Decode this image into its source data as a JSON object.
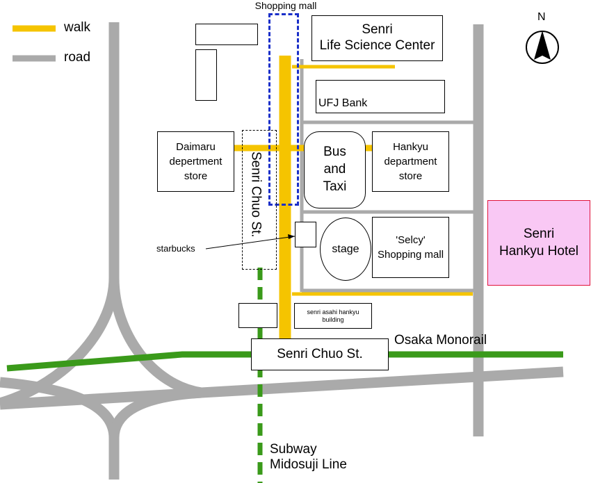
{
  "legend": {
    "walk": {
      "label": "walk",
      "color": "#f5c400"
    },
    "road": {
      "label": "road",
      "color": "#aaaaaa"
    }
  },
  "compass": {
    "label": "N"
  },
  "places": {
    "shopping_mall": "Shopping mall",
    "life_science": "Senri\nLife Science Center",
    "ufj_bank": "UFJ Bank",
    "daimaru": "Daimaru\ndepertment\nstore",
    "senri_chuo_vertical": "Senri Chuo St.",
    "bus_taxi": "Bus\nand\nTaxi",
    "hankyu_dept": "Hankyu\ndepartment\nstore",
    "starbucks": "starbucks",
    "stage": "stage",
    "selcy": "'Selcy'\nShopping mall",
    "hotel": "Senri\nHankyu Hotel",
    "asahi": "senri asahi hankyu\nbuilding",
    "station": "Senri Chuo St.",
    "monorail": "Osaka Monorail",
    "subway": "Subway\nMidosuji Line"
  },
  "colors": {
    "walk": "#f5c400",
    "road": "#aaaaaa",
    "rail": "#3a9a1a",
    "mall_outline": "#1a2fc9",
    "hotel_fill": "#f9c8f4",
    "hotel_border": "#e0123a"
  }
}
